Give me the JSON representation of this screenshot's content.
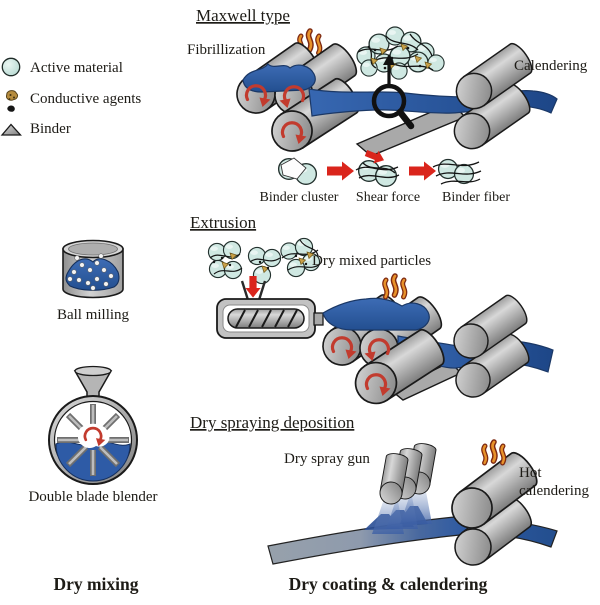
{
  "figure": {
    "legend": {
      "items": [
        {
          "id": "active-material",
          "label": "Active material"
        },
        {
          "id": "conductive-agents",
          "label": "Conductive agents"
        },
        {
          "id": "binder",
          "label": "Binder"
        }
      ]
    },
    "maxwell": {
      "title": "Maxwell type",
      "fibrillization": "Fibrillization",
      "calendering": "Calendering",
      "binder_cluster": "Binder cluster",
      "shear_force": "Shear force",
      "binder_fiber": "Binder fiber"
    },
    "extrusion": {
      "title": "Extrusion",
      "dry_mixed_particles": "Dry mixed particles"
    },
    "spraying": {
      "title": "Dry spraying deposition",
      "dry_spray_gun": "Dry spray gun",
      "hot_line1": "Hot",
      "hot_line2": "calendering"
    },
    "left_column": {
      "ball_milling": "Ball milling",
      "double_blade_blender": "Double blade blender"
    },
    "footer": {
      "dry_mixing": "Dry mixing",
      "dry_coating": "Dry coating & calendering"
    },
    "colors": {
      "film_blue": "#2e5ba6",
      "film_blue_dark": "#1d4687",
      "film_outline": "#1b3866",
      "roller_light": "#d6d6d6",
      "roller_dark": "#7d7d7d",
      "substrate_gray": "#a9a9a9",
      "particle_teal": "#cfe8e2",
      "conductive_gold": "#b68c3e",
      "arrow_red": "#da251c",
      "rotation_red": "#c23b2e",
      "flame_orange": "#e8922a",
      "flame_outline": "#7e2a12",
      "text": "#1d1b16"
    }
  }
}
